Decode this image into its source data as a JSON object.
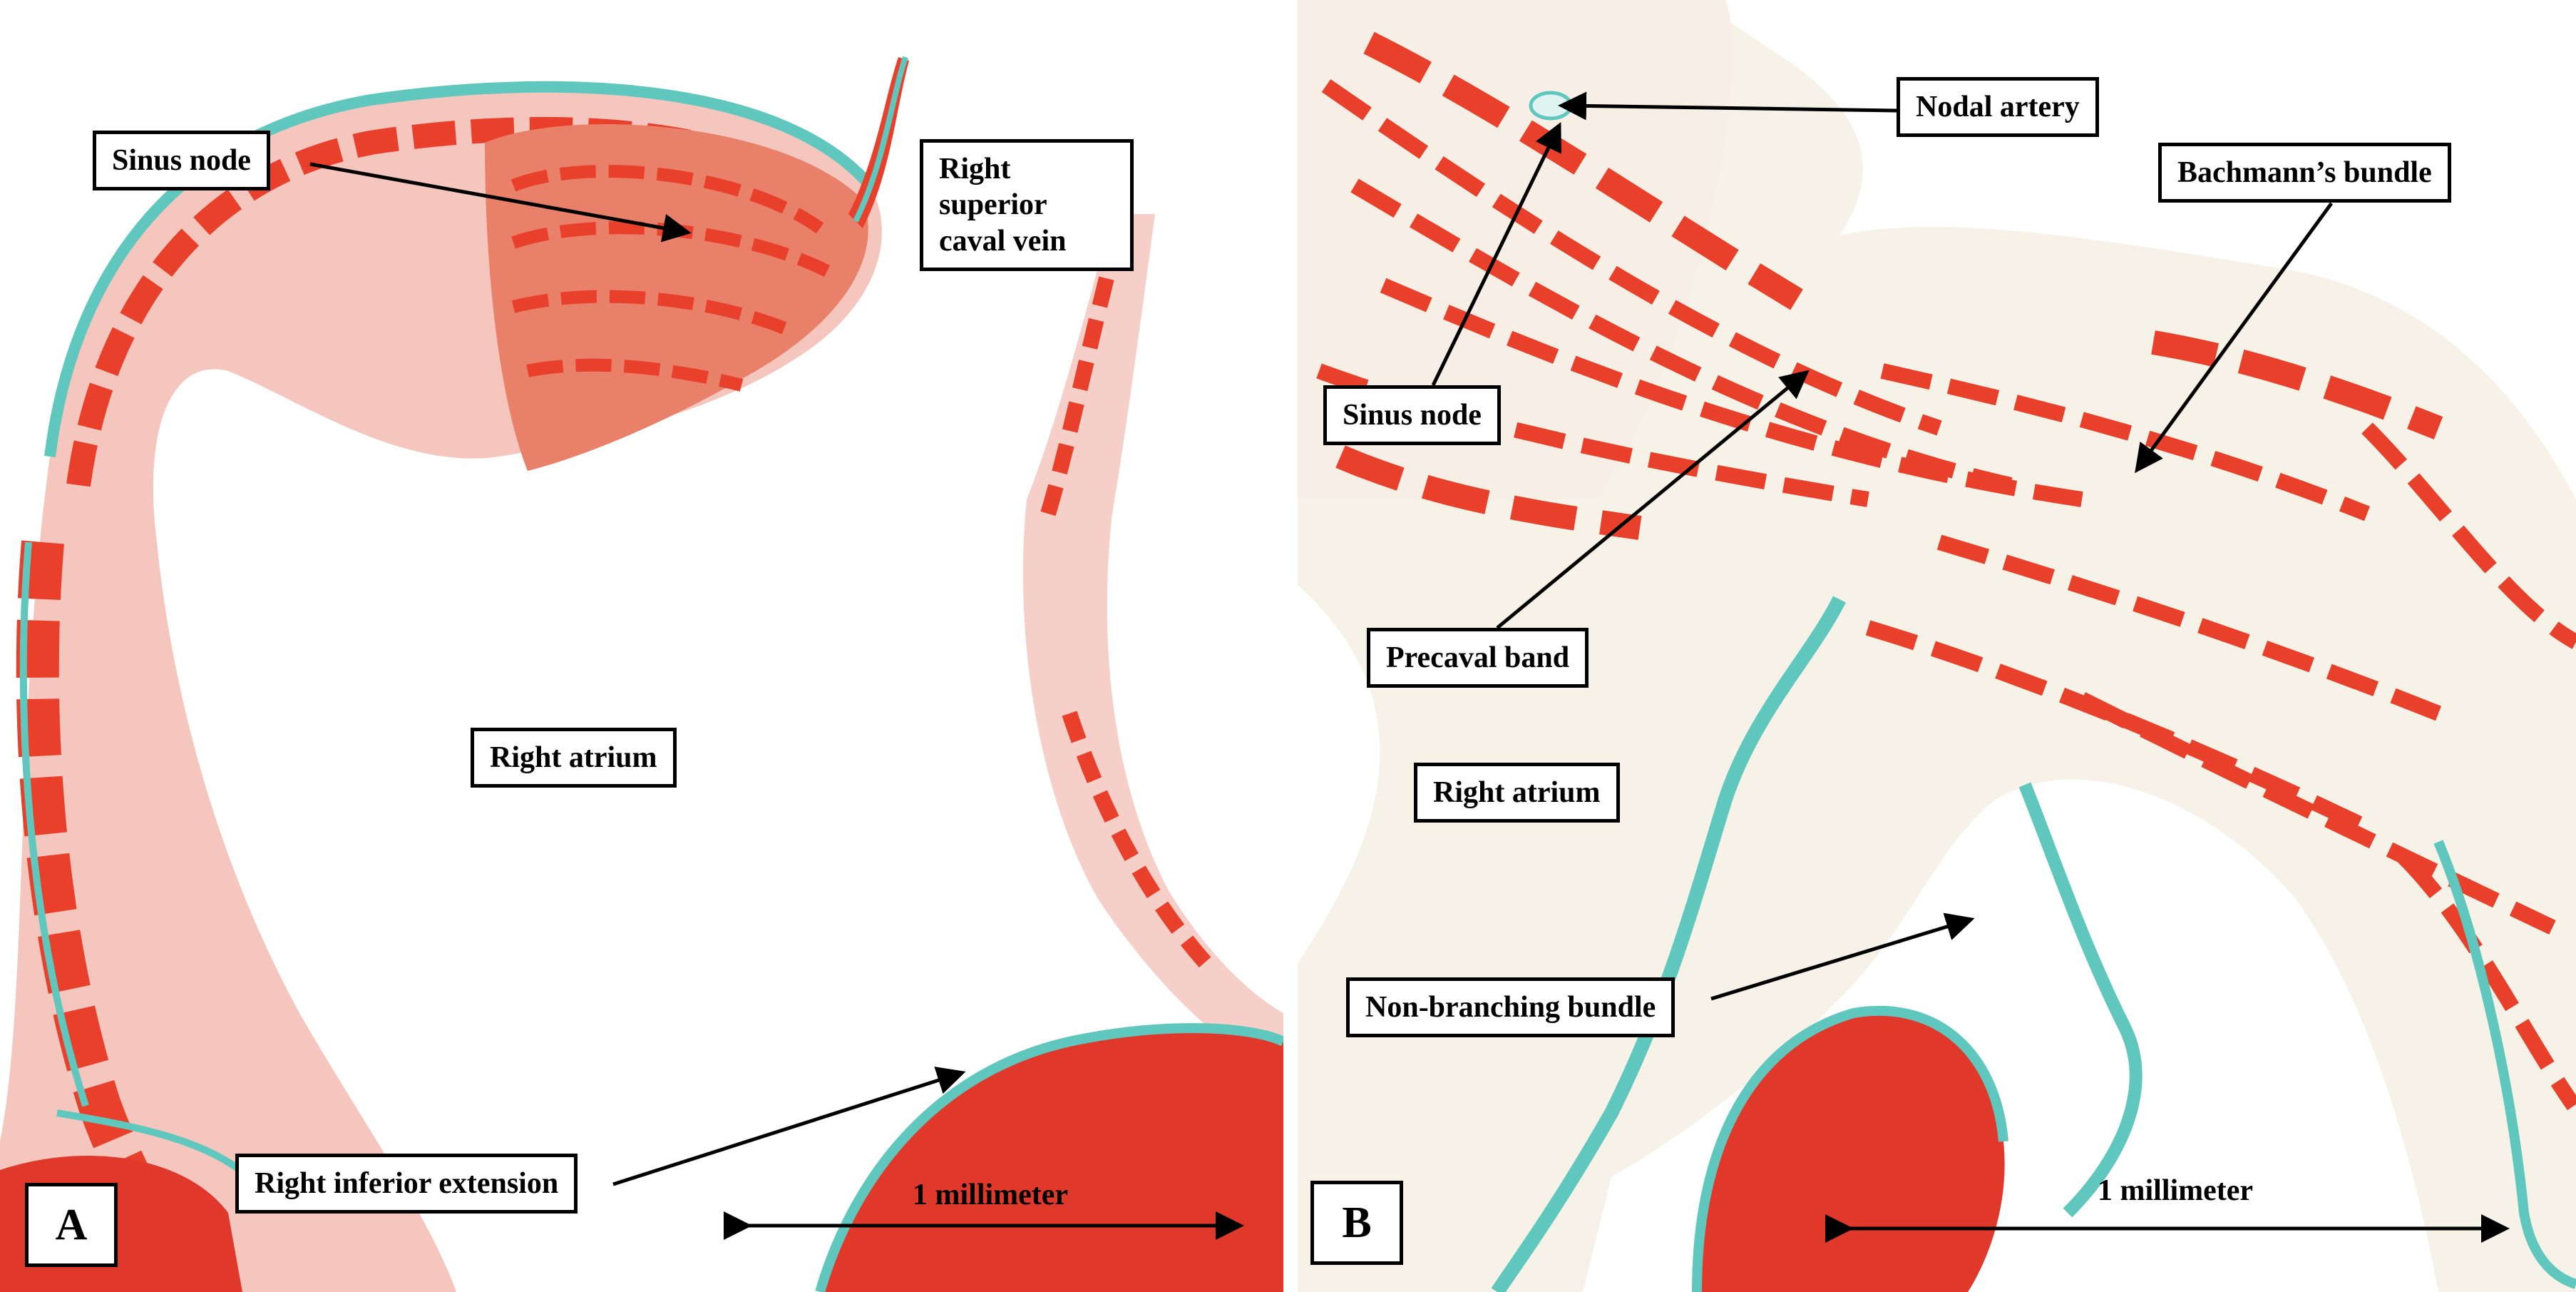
{
  "panel_a": {
    "letter": "A",
    "labels": {
      "sinus_node": "Sinus node",
      "rscv_line1": "Right",
      "rscv_line2": "superior",
      "rscv_line3": "caval vein",
      "right_atrium": "Right atrium",
      "right_inferior_extension": "Right inferior extension",
      "scale": "1 millimeter"
    }
  },
  "panel_b": {
    "letter": "B",
    "labels": {
      "nodal_artery": "Nodal artery",
      "bachmanns_bundle": "Bachmann’s bundle",
      "sinus_node": "Sinus node",
      "precaval_band": "Precaval band",
      "right_atrium": "Right atrium",
      "non_branching_bundle": "Non-branching bundle",
      "scale": "1 millimeter"
    }
  },
  "colors": {
    "muscle_red": "#e8402a",
    "collagen_teal": "#5fc7bd",
    "background_pale": "#f7f2e8",
    "label_border": "#000000"
  }
}
